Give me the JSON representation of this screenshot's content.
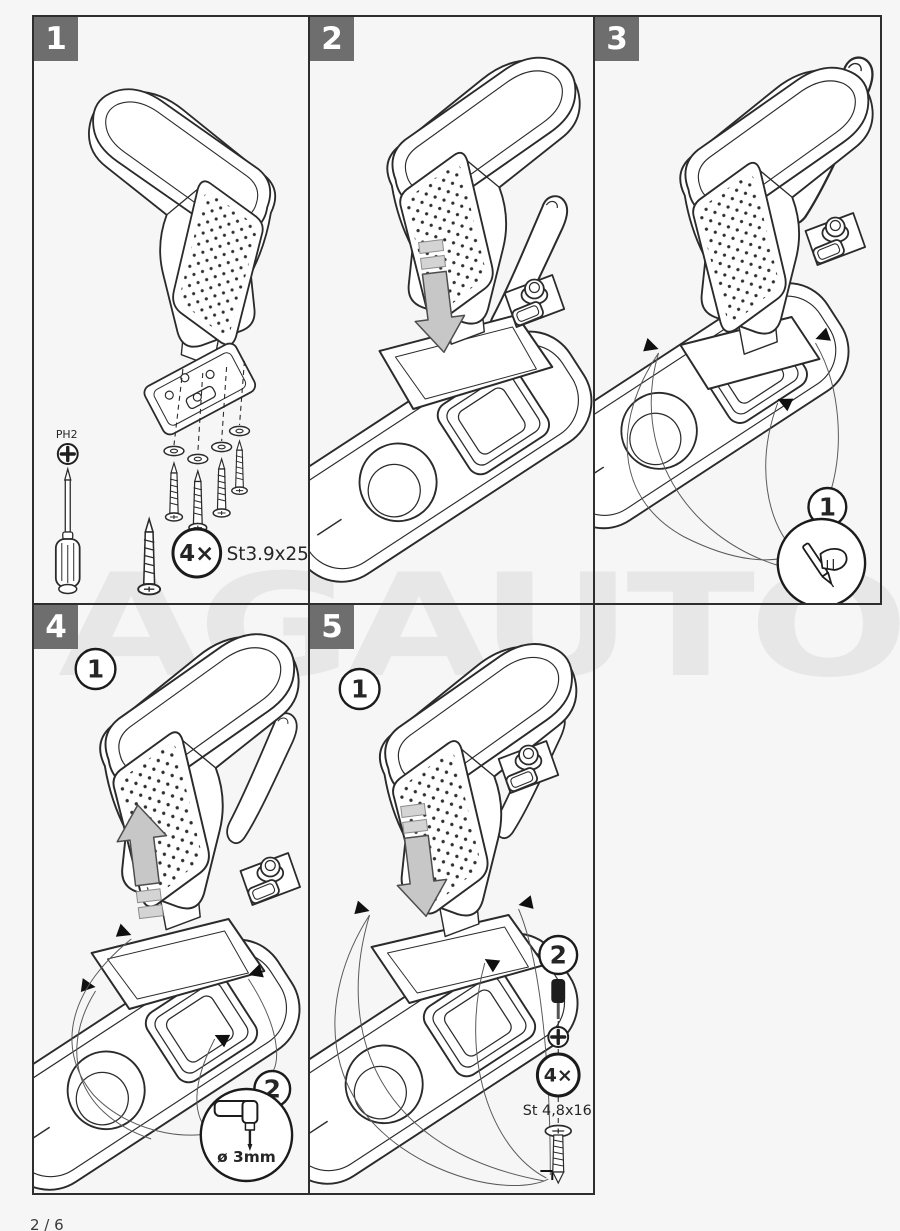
{
  "page": {
    "watermark": "AGAUTO",
    "footer": "2 / 6"
  },
  "panels": [
    {
      "step": "1",
      "tool_label": "PH2",
      "quantity": "4×",
      "screw_spec": "St3.9x25"
    },
    {
      "step": "2"
    },
    {
      "step": "3",
      "callout_mark": "1"
    },
    {
      "step": "4",
      "callout_slide": "1",
      "callout_drill": "2",
      "drill_spec": "ø 3mm"
    },
    {
      "step": "5",
      "callout_slide": "1",
      "callout_screw": "2",
      "quantity": "4×",
      "screw_spec": "St 4,8x16"
    }
  ],
  "colors": {
    "line": "#2b2b2b",
    "step_box": "#6e6e6e",
    "arrow_fill": "#c7c7c7",
    "watermark": "#e7e7e7"
  }
}
